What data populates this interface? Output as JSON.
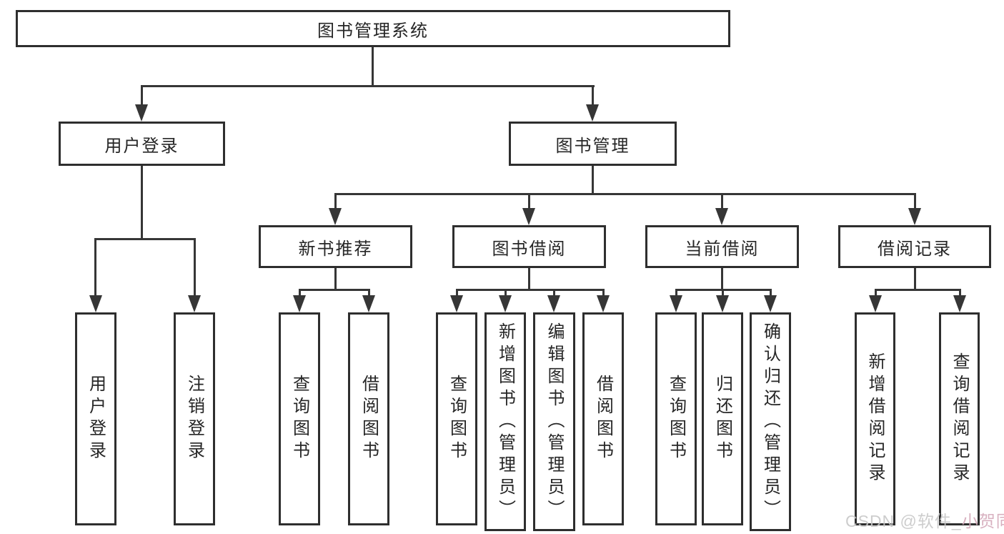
{
  "diagram_type": "hierarchy-tree",
  "colors": {
    "background": "#ffffff",
    "box_border": "#2e2e2e",
    "line": "#363636",
    "text": "#262626",
    "watermark_gray": "#c8c8c8",
    "watermark_pink": "#d4a9ba"
  },
  "tree": {
    "label": "图书管理系统",
    "children": [
      {
        "label": "用户登录",
        "children": [
          {
            "label": "用户登录"
          },
          {
            "label": "注销登录"
          }
        ]
      },
      {
        "label": "图书管理",
        "children": [
          {
            "label": "新书推荐",
            "children": [
              {
                "label": "查询图书"
              },
              {
                "label": "借阅图书"
              }
            ]
          },
          {
            "label": "图书借阅",
            "children": [
              {
                "label": "查询图书"
              },
              {
                "label": "新增图书（管理员）"
              },
              {
                "label": "编辑图书（管理员）"
              },
              {
                "label": "借阅图书"
              }
            ]
          },
          {
            "label": "当前借阅",
            "children": [
              {
                "label": "查询图书"
              },
              {
                "label": "归还图书"
              },
              {
                "label": "确认归还（管理员）"
              }
            ]
          },
          {
            "label": "借阅记录",
            "children": [
              {
                "label": "新增借阅记录"
              },
              {
                "label": "查询借阅记录"
              }
            ]
          }
        ]
      }
    ]
  },
  "watermark": {
    "prefix": "CSDN @软件_",
    "suffix": "小贺同学"
  }
}
